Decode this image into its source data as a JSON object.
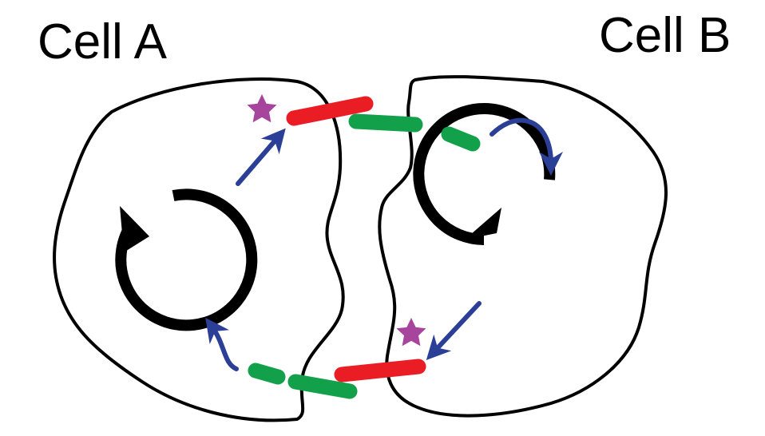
{
  "labels": {
    "cell_a": "Cell A",
    "cell_b": "Cell B"
  },
  "colors": {
    "outline": "#000000",
    "receptor_red": "#ea1d25",
    "ligand_green": "#12a14a",
    "signal_arrow": "#2b3f97",
    "star": "#a7449b",
    "cycle_arrow": "#000000"
  },
  "icons": {
    "cycle": "circular-arrow-counterclockwise",
    "activation": "star"
  }
}
